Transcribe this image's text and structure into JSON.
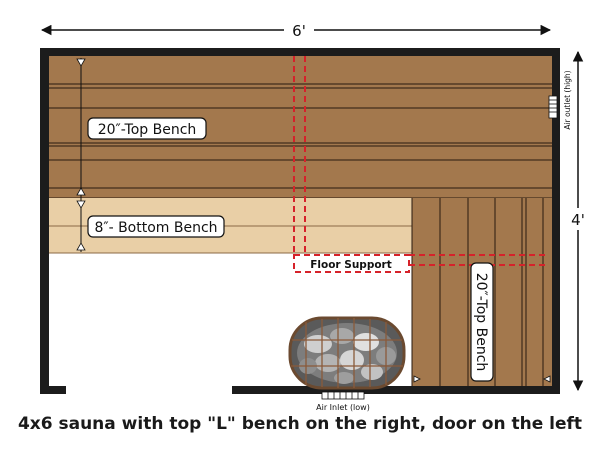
{
  "dimensions": {
    "width": "6'",
    "height": "4'"
  },
  "labels": {
    "top_bench": "20″-Top Bench",
    "bottom_bench": "8″- Bottom Bench",
    "right_bench": "20″-Top Bench",
    "floor_support": "Floor Support",
    "air_outlet": "Air outlet (high)",
    "air_inlet": "Air Inlet (low)"
  },
  "caption": "4x6 sauna with top \"L\" bench on the right, door on the left",
  "colors": {
    "wall": "#1c1c1c",
    "top_bench_wood": "#a3784d",
    "bottom_bench_wood": "#e9cfa6",
    "support_dash": "#d6222a"
  },
  "icons": {
    "heater": "heater-stones-icon"
  }
}
